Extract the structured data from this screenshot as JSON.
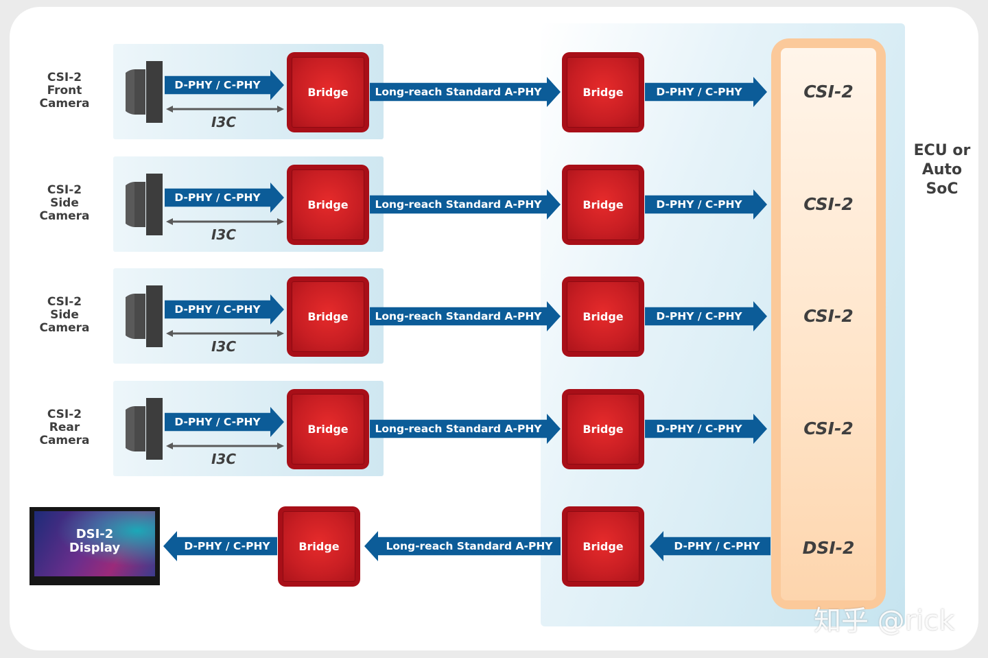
{
  "soc": {
    "label": "ECU or\nAuto\nSoC",
    "ports": [
      "CSI-2",
      "CSI-2",
      "CSI-2",
      "CSI-2",
      "DSI-2"
    ]
  },
  "cameras": [
    {
      "label": "CSI-2\nFront\nCamera",
      "phy": "D-PHY / C-PHY",
      "i3c": "I3C",
      "bridge": "Bridge",
      "link": "Long-reach Standard A-PHY",
      "bridge2": "Bridge",
      "phy2": "D-PHY / C-PHY"
    },
    {
      "label": "CSI-2\nSide\nCamera",
      "phy": "D-PHY / C-PHY",
      "i3c": "I3C",
      "bridge": "Bridge",
      "link": "Long-reach Standard A-PHY",
      "bridge2": "Bridge",
      "phy2": "D-PHY / C-PHY"
    },
    {
      "label": "CSI-2\nSide\nCamera",
      "phy": "D-PHY / C-PHY",
      "i3c": "I3C",
      "bridge": "Bridge",
      "link": "Long-reach Standard A-PHY",
      "bridge2": "Bridge",
      "phy2": "D-PHY / C-PHY"
    },
    {
      "label": "CSI-2\nRear\nCamera",
      "phy": "D-PHY / C-PHY",
      "i3c": "I3C",
      "bridge": "Bridge",
      "link": "Long-reach Standard A-PHY",
      "bridge2": "Bridge",
      "phy2": "D-PHY / C-PHY"
    }
  ],
  "display": {
    "label": "DSI-2\nDisplay",
    "phy_out": "D-PHY / C-PHY",
    "bridge": "Bridge",
    "link": "Long-reach Standard A-PHY",
    "bridge2": "Bridge",
    "phy_in": "D-PHY / C-PHY"
  },
  "watermark": "知乎 @rick",
  "colors": {
    "arrow": "#0c5c98",
    "bridge": "#c81e23",
    "soc_bar": "#fbc99a",
    "soc_panel": "#c6e4ef"
  }
}
